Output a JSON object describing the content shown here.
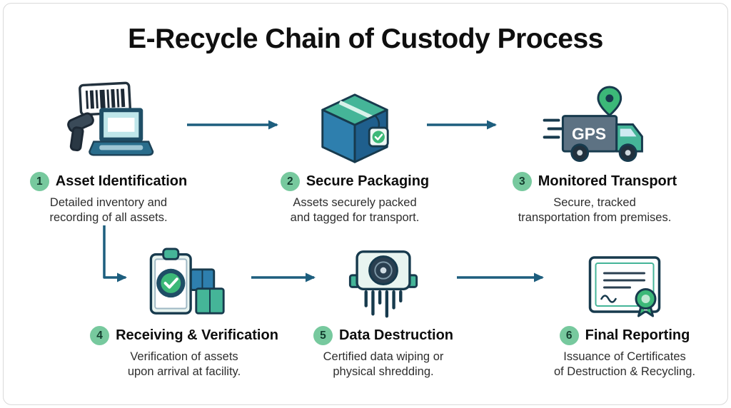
{
  "title": "E-Recycle Chain of Custody Process",
  "truck_gps_label": "GPS",
  "steps": [
    {
      "number": "1",
      "title": "Asset Identification",
      "description": "Detailed inventory and\nrecording of all assets.",
      "icon": "barcode-scanner-laptop-icon"
    },
    {
      "number": "2",
      "title": "Secure Packaging",
      "description": "Assets securely packed\nand tagged for transport.",
      "icon": "tagged-package-icon"
    },
    {
      "number": "3",
      "title": "Monitored Transport",
      "description": "Secure, tracked\ntransportation from premises.",
      "icon": "gps-truck-icon"
    },
    {
      "number": "4",
      "title": "Receiving & Verification",
      "description": "Verification of assets\nupon arrival at facility.",
      "icon": "clipboard-check-boxes-icon"
    },
    {
      "number": "5",
      "title": "Data Destruction",
      "description": "Certified data wiping or\nphysical shredding.",
      "icon": "harddrive-shredder-icon"
    },
    {
      "number": "6",
      "title": "Final Reporting",
      "description": "Issuance of Certificates\nof Destruction & Recycling.",
      "icon": "certificate-seal-icon"
    }
  ],
  "colors": {
    "arrow": "#1d5e7e",
    "dark_navy": "#173a4d",
    "accent_green": "#3cb878",
    "teal": "#45b598",
    "box_blue": "#2e7fae",
    "number_badge": "#77c99e"
  }
}
